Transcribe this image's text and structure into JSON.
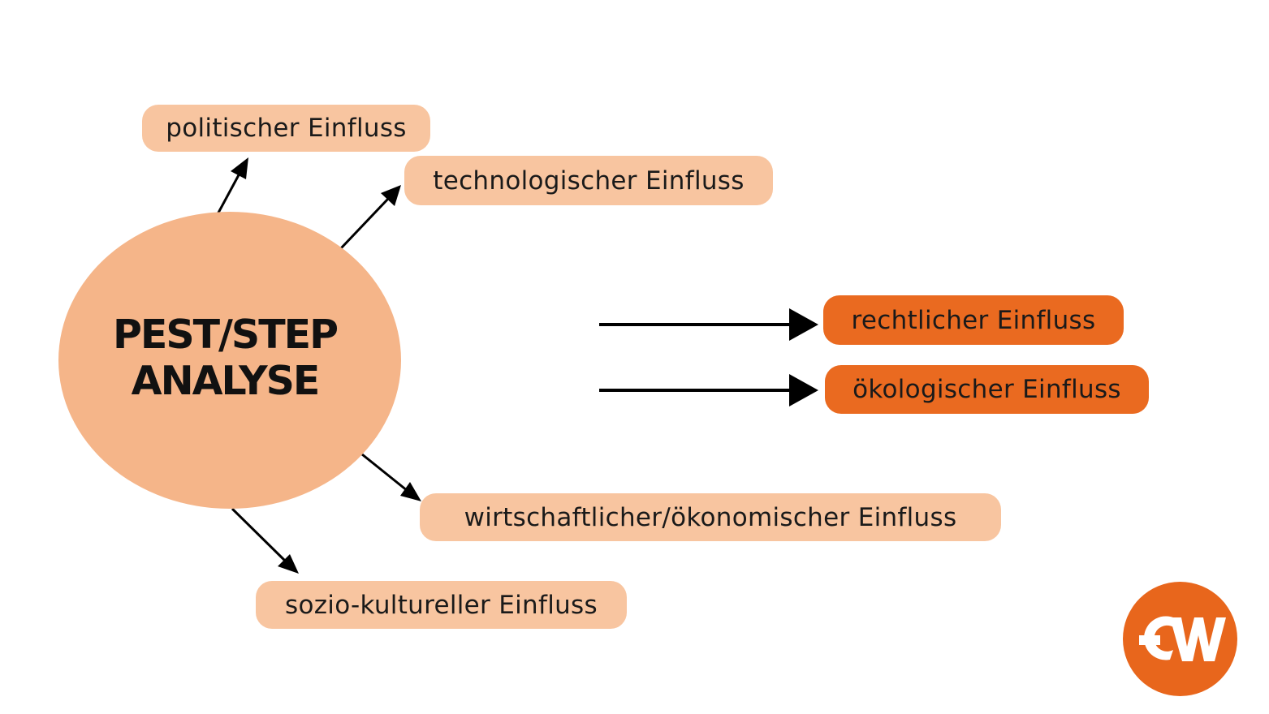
{
  "center": {
    "line1": "PEST/STEP",
    "line2": "ANALYSE"
  },
  "factors": {
    "political": "politischer Einfluss",
    "technological": "technologischer Einfluss",
    "legal": "rechtlicher Einfluss",
    "ecological": "ökologischer Einfluss",
    "economic": "wirtschaftlicher/ökonomischer Einfluss",
    "social": "sozio-kultureller Einfluss"
  },
  "colors": {
    "light_box": "#f8c5a0",
    "dark_box": "#ea6a20",
    "center": "#f5b589",
    "logo": "#e8661c",
    "arrow": "#000000"
  },
  "logo": {
    "name": "gw-logo-icon"
  }
}
